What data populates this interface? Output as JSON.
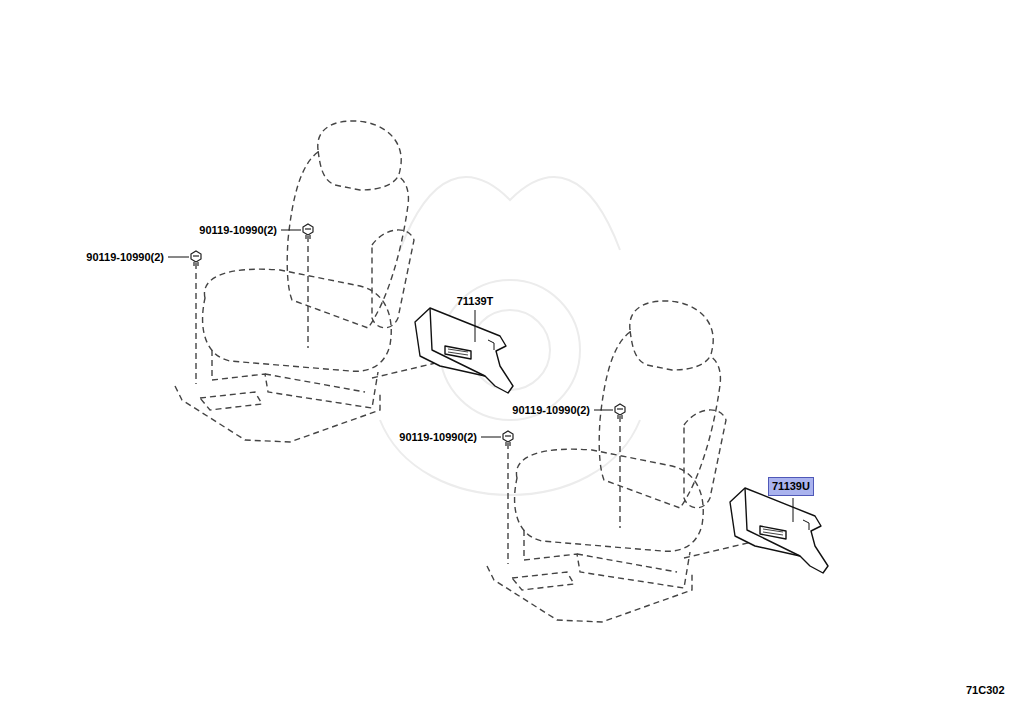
{
  "diagram": {
    "nodes": [
      {
        "text": [
          "71139U"
        ]
      }
    ],
    "labels": [
      "90119-10990(2)",
      "90119-10990(2)",
      "71139T",
      "90119-10990(2)",
      "90119-10990(2)",
      "71C302"
    ]
  }
}
